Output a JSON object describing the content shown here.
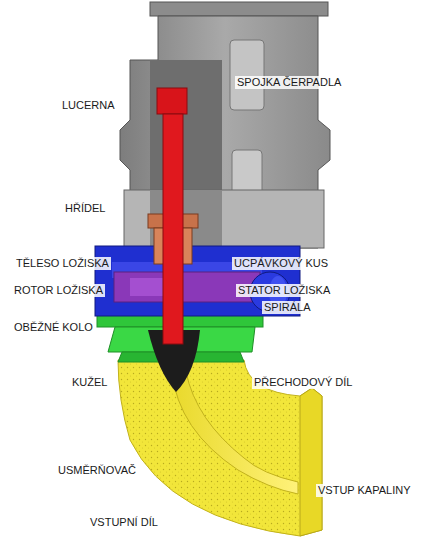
{
  "diagram": {
    "labels": [
      "SPOJKA ČERPADLA",
      "LUCERNA",
      "HŘÍDEL",
      "TĚLESO LOŽISKA",
      "UCPÁVKOVÝ KUS",
      "ROTOR LOŽISKA",
      "STATOR LOŽISKA",
      "SPIRÁLA",
      "OBĚŽNÉ KOLO",
      "KUŽEL",
      "PŘECHODOVÝ DÍL",
      "USMĚRŇOVAČ",
      "VSTUP KAPALINY",
      "VSTUPNÍ DÍL"
    ]
  }
}
